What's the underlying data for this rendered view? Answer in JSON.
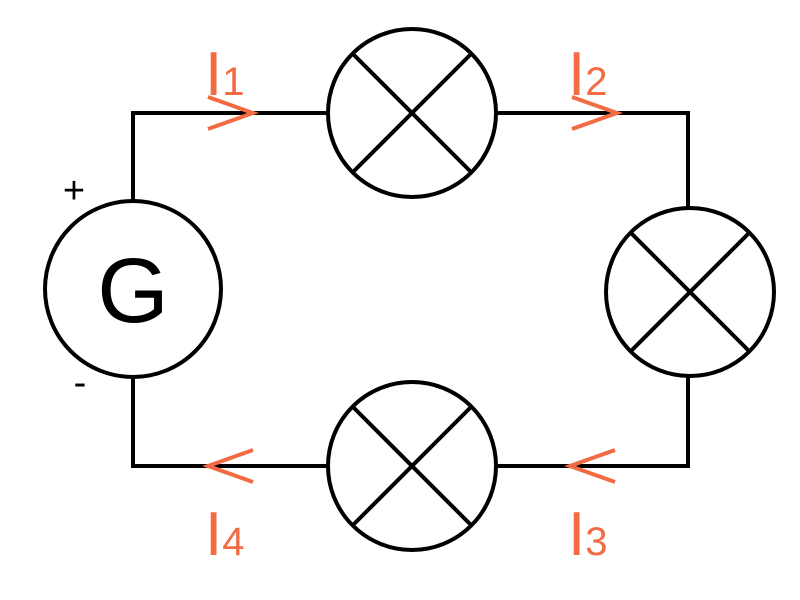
{
  "colors": {
    "wire": "#000000",
    "current": "#f26b43",
    "background": "#ffffff"
  },
  "generator": {
    "letter": "G",
    "plus": "+",
    "minus": "-"
  },
  "lamps": [
    {
      "name": "lamp-top",
      "icon": "lamp-cross-icon"
    },
    {
      "name": "lamp-right",
      "icon": "lamp-cross-icon"
    },
    {
      "name": "lamp-bottom",
      "icon": "lamp-cross-icon"
    }
  ],
  "currents": [
    {
      "symbol": "I",
      "index": "1",
      "arrow": "arrow-right-icon"
    },
    {
      "symbol": "I",
      "index": "2",
      "arrow": "arrow-right-icon"
    },
    {
      "symbol": "I",
      "index": "3",
      "arrow": "arrow-left-icon"
    },
    {
      "symbol": "I",
      "index": "4",
      "arrow": "arrow-left-icon"
    }
  ]
}
